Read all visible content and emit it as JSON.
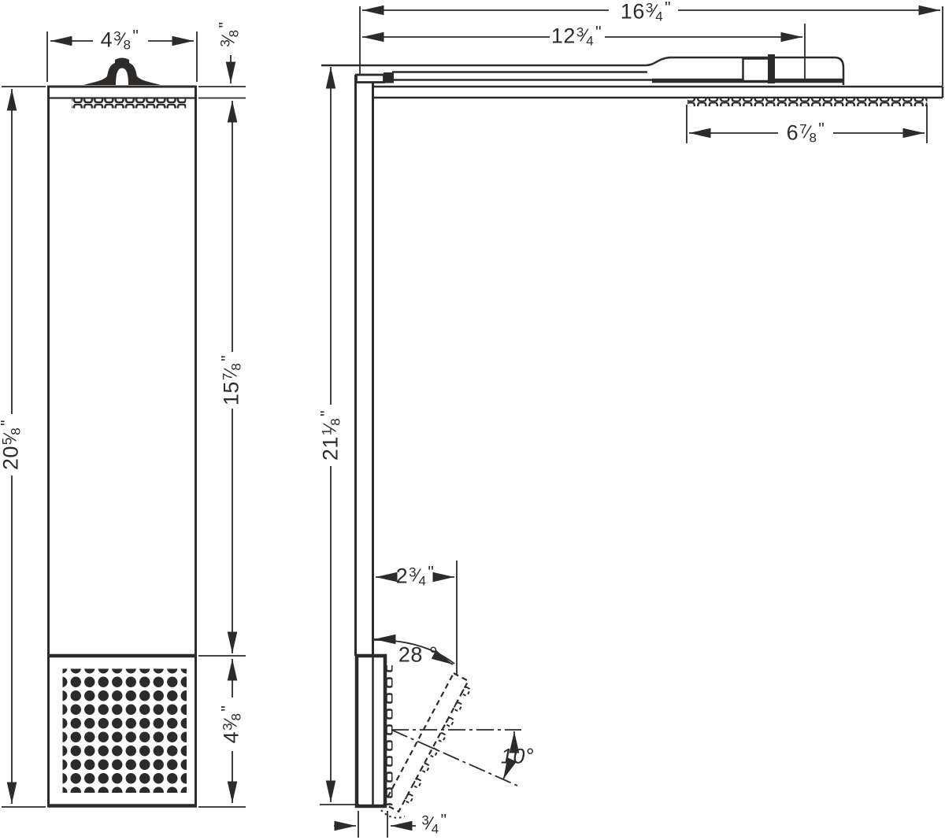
{
  "drawing": {
    "fraction_slash": "⁄",
    "colors": {
      "line": "#2d2b29",
      "background": "#ffffff"
    },
    "front_view": {
      "width": {
        "whole": "4",
        "num": "3",
        "den": "8",
        "unit": "\""
      },
      "top_offset": {
        "whole": "",
        "num": "3",
        "den": "8",
        "unit": "\""
      },
      "upper_span": {
        "whole": "15",
        "num": "7",
        "den": "8",
        "unit": "\""
      },
      "total_height": {
        "whole": "20",
        "num": "5",
        "den": "8",
        "unit": "\""
      },
      "body_module_height": {
        "whole": "4",
        "num": "3",
        "den": "8",
        "unit": "\""
      }
    },
    "side_view": {
      "total_reach": {
        "whole": "16",
        "num": "3",
        "den": "4",
        "unit": "\""
      },
      "arm_reach": {
        "whole": "12",
        "num": "3",
        "den": "4",
        "unit": "\""
      },
      "spray_zone": {
        "whole": "6",
        "num": "7",
        "den": "8",
        "unit": "\""
      },
      "total_height": {
        "whole": "21",
        "num": "1",
        "den": "8",
        "unit": "\""
      },
      "handle_reach": {
        "whole": "2",
        "num": "3",
        "den": "4",
        "unit": "\""
      },
      "panel_thickness": {
        "whole": "",
        "num": "3",
        "den": "4",
        "unit": "\""
      },
      "swivel_angle": "28 °",
      "spray_angle": "10°"
    }
  }
}
